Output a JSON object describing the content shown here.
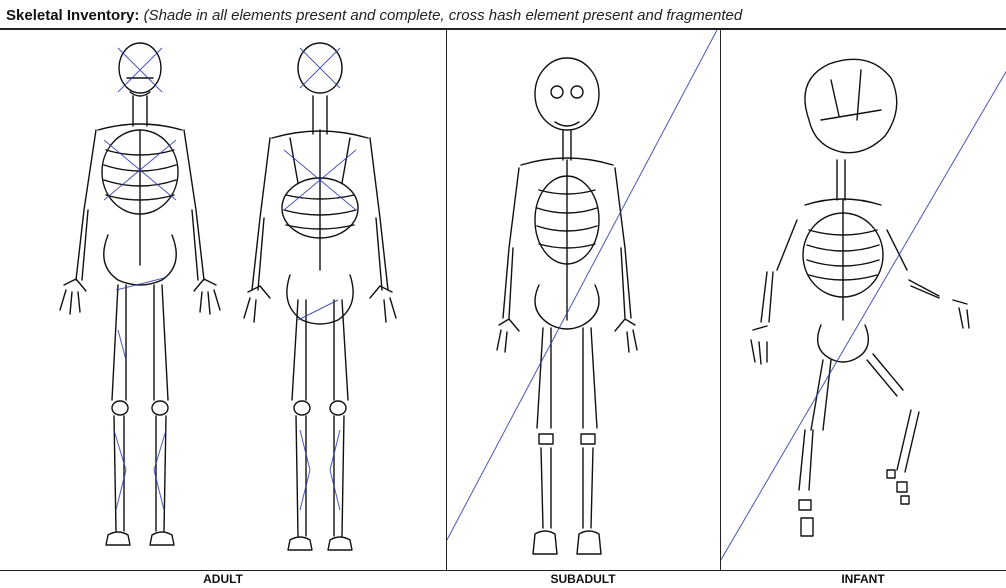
{
  "header": {
    "label": "Skeletal Inventory:",
    "instruction": "(Shade in all elements present and complete, cross hash element present and fragmented"
  },
  "panels": [
    {
      "caption": "ADULT"
    },
    {
      "caption": "SUBADULT"
    },
    {
      "caption": "INFANT"
    }
  ],
  "colors": {
    "ink": "#111111",
    "annotation": "#2b3aa8"
  }
}
